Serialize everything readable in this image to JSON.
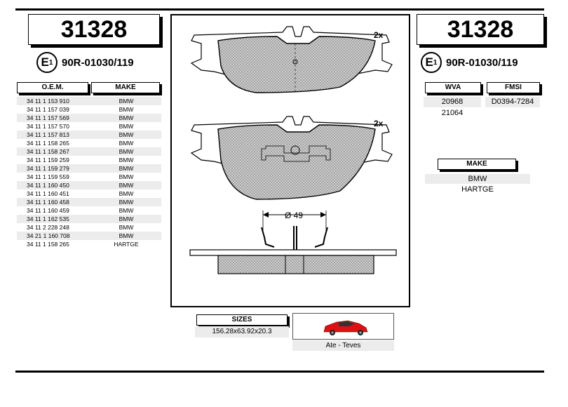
{
  "part_number_left": "31328",
  "part_number_right": "31328",
  "approval": {
    "symbol": "E",
    "symbol_sub": "1",
    "code": "90R-01030/119"
  },
  "oem_table": {
    "headers": [
      "O.E.M.",
      "MAKE"
    ],
    "rows": [
      [
        "34 11 1 153 910",
        "BMW"
      ],
      [
        "34 11 1 157 039",
        "BMW"
      ],
      [
        "34 11 1 157 569",
        "BMW"
      ],
      [
        "34 11 1 157 570",
        "BMW"
      ],
      [
        "34 11 1 157 813",
        "BMW"
      ],
      [
        "34 11 1 158 265",
        "BMW"
      ],
      [
        "34 11 1 158 267",
        "BMW"
      ],
      [
        "34 11 1 159 259",
        "BMW"
      ],
      [
        "34 11 1 159 279",
        "BMW"
      ],
      [
        "34 11 1 159 559",
        "BMW"
      ],
      [
        "34 11 1 160 450",
        "BMW"
      ],
      [
        "34 11 1 160 451",
        "BMW"
      ],
      [
        "34 11 1 160 458",
        "BMW"
      ],
      [
        "34 11 1 160 459",
        "BMW"
      ],
      [
        "34 11 1 162 535",
        "BMW"
      ],
      [
        "34 11 2 228 248",
        "BMW"
      ],
      [
        "34 21 1 160 708",
        "BMW"
      ],
      [
        "34 11 1 158 265",
        "HARTGE"
      ]
    ]
  },
  "wva": {
    "label": "WVA",
    "values": [
      "20968",
      "21064"
    ]
  },
  "fmsi": {
    "label": "FMSI",
    "values": [
      "D0394-7284"
    ]
  },
  "make_panel": {
    "label": "MAKE",
    "values": [
      "BMW",
      "HARTGE"
    ]
  },
  "drawing": {
    "qty_top": "2x",
    "qty_bottom": "2x",
    "diameter_label": "Ø 49"
  },
  "sizes": {
    "label": "SIZES",
    "value": "156.28x63.92x20.3"
  },
  "brand": {
    "value": "Ate - Teves"
  },
  "colors": {
    "car_body": "#e01010",
    "pad_fill": "#cfcfcf"
  }
}
